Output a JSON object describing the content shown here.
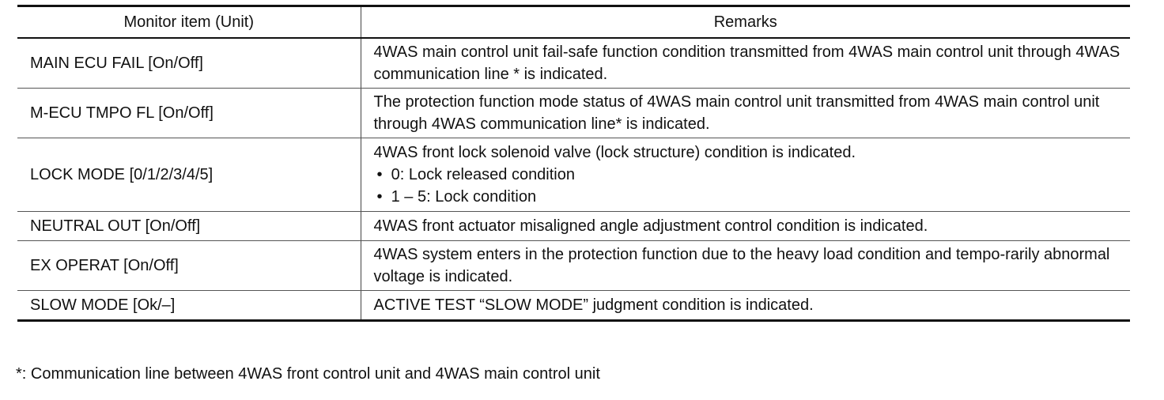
{
  "table": {
    "headers": [
      "Monitor item (Unit)",
      "Remarks"
    ],
    "rows": [
      {
        "item": "MAIN ECU FAIL [On/Off]",
        "remark": "4WAS main control unit fail-safe function condition transmitted from 4WAS main control unit through 4WAS communication line * is indicated."
      },
      {
        "item": "M-ECU TMPO FL [On/Off]",
        "remark": "The protection function mode status of 4WAS main control unit transmitted from 4WAS main control unit through 4WAS communication line* is indicated."
      },
      {
        "item": "LOCK MODE [0/1/2/3/4/5]",
        "remark": "4WAS front lock solenoid valve (lock structure) condition is indicated.",
        "bullets": [
          "0: Lock released condition",
          "1 – 5: Lock condition"
        ]
      },
      {
        "item": "NEUTRAL OUT [On/Off]",
        "remark": "4WAS front actuator misaligned angle adjustment control condition is indicated."
      },
      {
        "item": "EX OPERAT [On/Off]",
        "remark": "4WAS system enters in the protection function due to the heavy load condition and tempo-rarily abnormal voltage is indicated."
      },
      {
        "item": "SLOW MODE [Ok/–]",
        "remark": "ACTIVE TEST “SLOW MODE” judgment condition is indicated."
      }
    ]
  },
  "footnote": "*: Communication line between 4WAS front control unit and 4WAS main control unit"
}
